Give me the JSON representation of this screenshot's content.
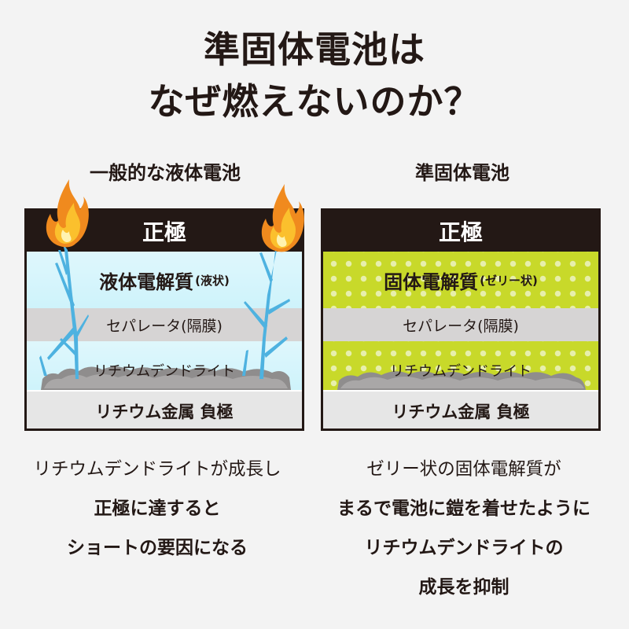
{
  "title": {
    "line1": "準固体電池は",
    "line2": "なぜ燃えないのか？"
  },
  "left_column": {
    "heading": "一般的な液体電池",
    "cathode": "正極",
    "electrolyte": "液体電解質",
    "electrolyte_note": "(液状)",
    "separator": "セパレータ(隔膜)",
    "dendrite": "リチウムデンドライト",
    "anode": "リチウム金属 負極",
    "caption": [
      "リチウムデンドライトが成長し",
      "正極に達すると",
      "ショートの要因になる"
    ]
  },
  "right_column": {
    "heading": "準固体電池",
    "cathode": "正極",
    "electrolyte": "固体電解質",
    "electrolyte_note": "(ゼリー状)",
    "separator": "セパレータ(隔膜)",
    "dendrite": "リチウムデンドライト",
    "anode": "リチウム金属 負極",
    "caption": [
      "ゼリー状の固体電解質が",
      "まるで電池に鎧を着せたように",
      "リチウムデンドライトの",
      "成長を抑制"
    ]
  },
  "colors": {
    "dark": "#231815",
    "liquid_electrolyte": "#cef3fb",
    "gel_electrolyte": "#c8d92a",
    "separator": "#d6d4d4",
    "dendrite": "#4eb2e0",
    "flame": "#f08a1e"
  },
  "icons": [
    "flame-icon",
    "dendrite-icon",
    "lithium-deposit-icon"
  ]
}
